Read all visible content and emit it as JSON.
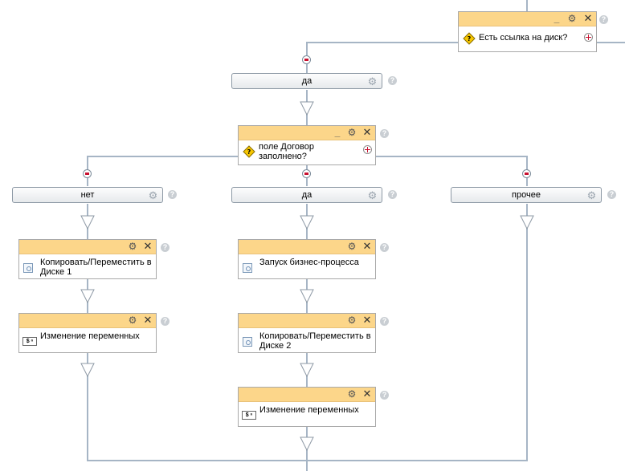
{
  "blocks": {
    "cond_link": {
      "title": "Есть ссылка на диск?"
    },
    "cond_contract": {
      "line1": "поле Договор",
      "line2": "заполнено?"
    },
    "act_copy1": {
      "line1": "Копировать/Переместить в",
      "line2": "Диске 1"
    },
    "act_vars1": {
      "title": "Изменение переменных"
    },
    "act_bizproc": {
      "title": "Запуск бизнес-процесса"
    },
    "act_copy2": {
      "line1": "Копировать/Переместить в",
      "line2": "Диске 2"
    },
    "act_vars2": {
      "title": "Изменение переменных"
    }
  },
  "branches": {
    "top_yes": "да",
    "no": "нет",
    "yes": "да",
    "other": "прочее"
  },
  "icons": {
    "gear": "gear-icon",
    "help": "help-icon",
    "close": "close-icon",
    "minimize": "minimize-icon",
    "collapse": "collapse-icon",
    "add": "add-icon",
    "condition": "condition-icon",
    "activity": "activity-icon",
    "variables": "variables-icon"
  },
  "colors": {
    "header": "#fcd68a",
    "connector": "#a6b5c5",
    "collapse": "#c8102e"
  }
}
